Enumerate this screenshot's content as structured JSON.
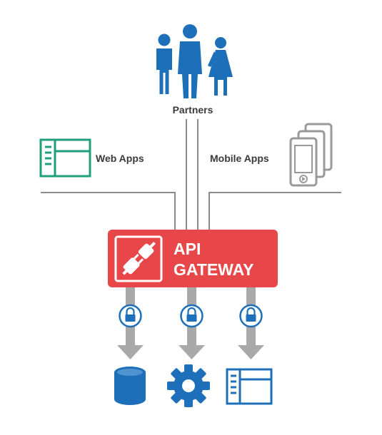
{
  "labels": {
    "partners": "Partners",
    "web_apps": "Web Apps",
    "mobile_apps": "Mobile Apps",
    "gateway_line1": "API",
    "gateway_line2": "GATEWAY"
  },
  "colors": {
    "partner_blue": "#1c6fb8",
    "web_green": "#1fa07a",
    "mobile_gray": "#9a9a9a",
    "line_gray": "#8c8c8c",
    "gateway_red": "#e8474a",
    "arrow_gray": "#a9a9a9",
    "backend_blue": "#1c6fb8"
  },
  "icons": {
    "partners": "people-group-icon",
    "web_apps": "web-app-window-icon",
    "mobile_apps": "mobile-devices-icon",
    "gateway": "plug-connector-icon",
    "lock": "padlock-icon",
    "backend_1": "database-icon",
    "backend_2": "gear-icon",
    "backend_3": "web-app-window-icon"
  }
}
